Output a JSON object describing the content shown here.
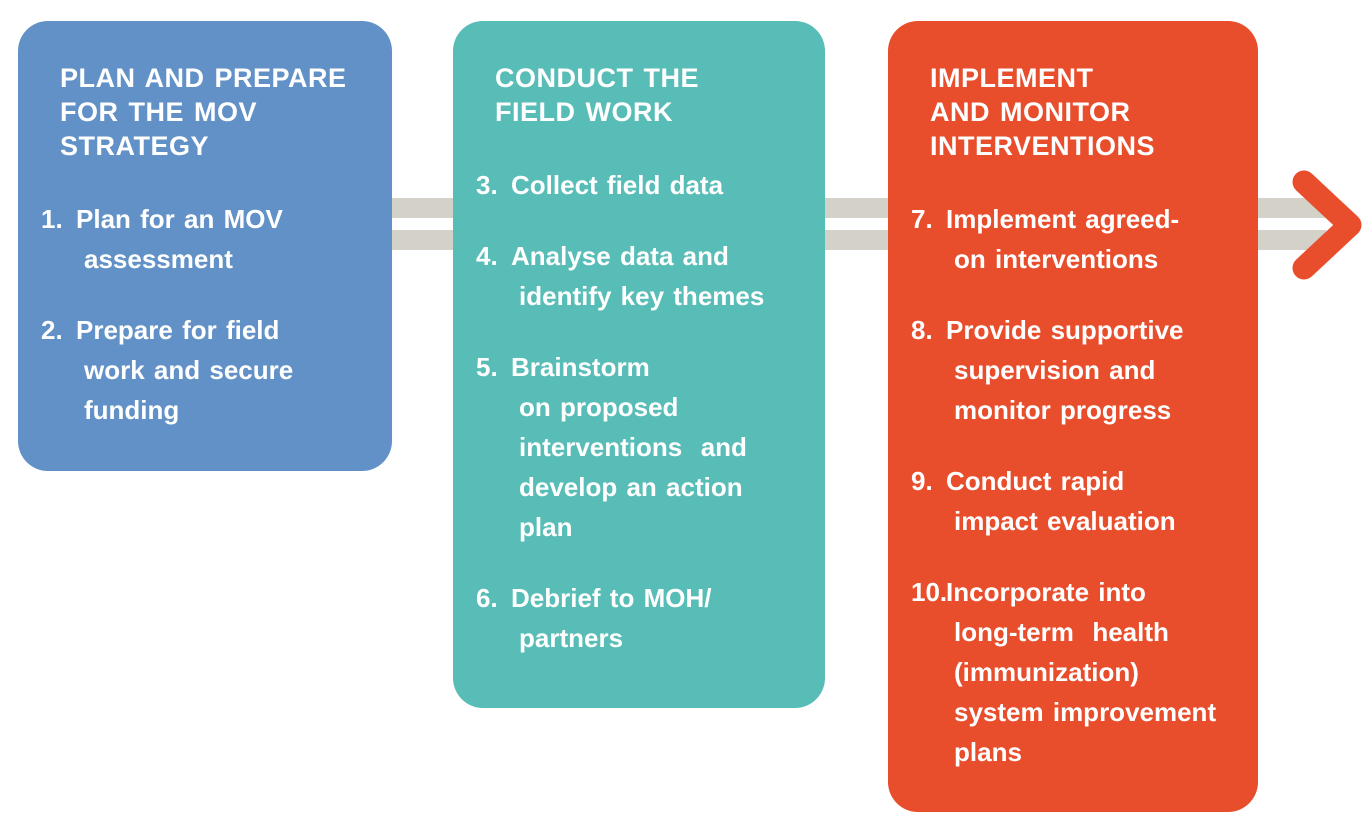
{
  "palette": {
    "blue": "#6191c6",
    "teal": "#59bdb7",
    "orange": "#e84d2c",
    "stripe": "#d4d1c9",
    "text": "#ffffff",
    "background": "#ffffff"
  },
  "arrow": {
    "icon": "chevron-right",
    "color_key": "orange"
  },
  "boxes": [
    {
      "id": "plan-and-prepare",
      "color_key": "blue",
      "title_lines": [
        "PLAN AND PREPARE",
        "FOR THE MOV",
        "STRATEGY"
      ],
      "items": [
        {
          "number": "1.",
          "lines": [
            "Plan for an MOV",
            "assessment"
          ]
        },
        {
          "number": "2.",
          "lines": [
            "Prepare for field",
            "work and secure",
            "funding"
          ]
        }
      ]
    },
    {
      "id": "conduct-field-work",
      "color_key": "teal",
      "title_lines": [
        "CONDUCT THE",
        "FIELD WORK"
      ],
      "items": [
        {
          "number": "3.",
          "lines": [
            "Collect field data"
          ]
        },
        {
          "number": "4.",
          "lines": [
            "Analyse data and",
            "identify key themes"
          ]
        },
        {
          "number": "5.",
          "lines": [
            "Brainstorm",
            "on proposed",
            "interventions  and",
            "develop an action",
            "plan"
          ]
        },
        {
          "number": "6.",
          "lines": [
            "Debrief to MOH/",
            "partners"
          ]
        }
      ]
    },
    {
      "id": "implement-and-monitor",
      "color_key": "orange",
      "title_lines": [
        "IMPLEMENT",
        "AND MONITOR",
        "INTERVENTIONS"
      ],
      "items": [
        {
          "number": "7.",
          "lines": [
            "Implement agreed-",
            "on interventions"
          ]
        },
        {
          "number": "8.",
          "lines": [
            "Provide supportive",
            "supervision and",
            "monitor progress"
          ]
        },
        {
          "number": "9.",
          "lines": [
            "Conduct rapid",
            "impact evaluation"
          ]
        },
        {
          "number": "10.",
          "lines": [
            "Incorporate into",
            "long-term  health",
            "(immunization)",
            "system improvement",
            "plans"
          ]
        }
      ]
    }
  ]
}
